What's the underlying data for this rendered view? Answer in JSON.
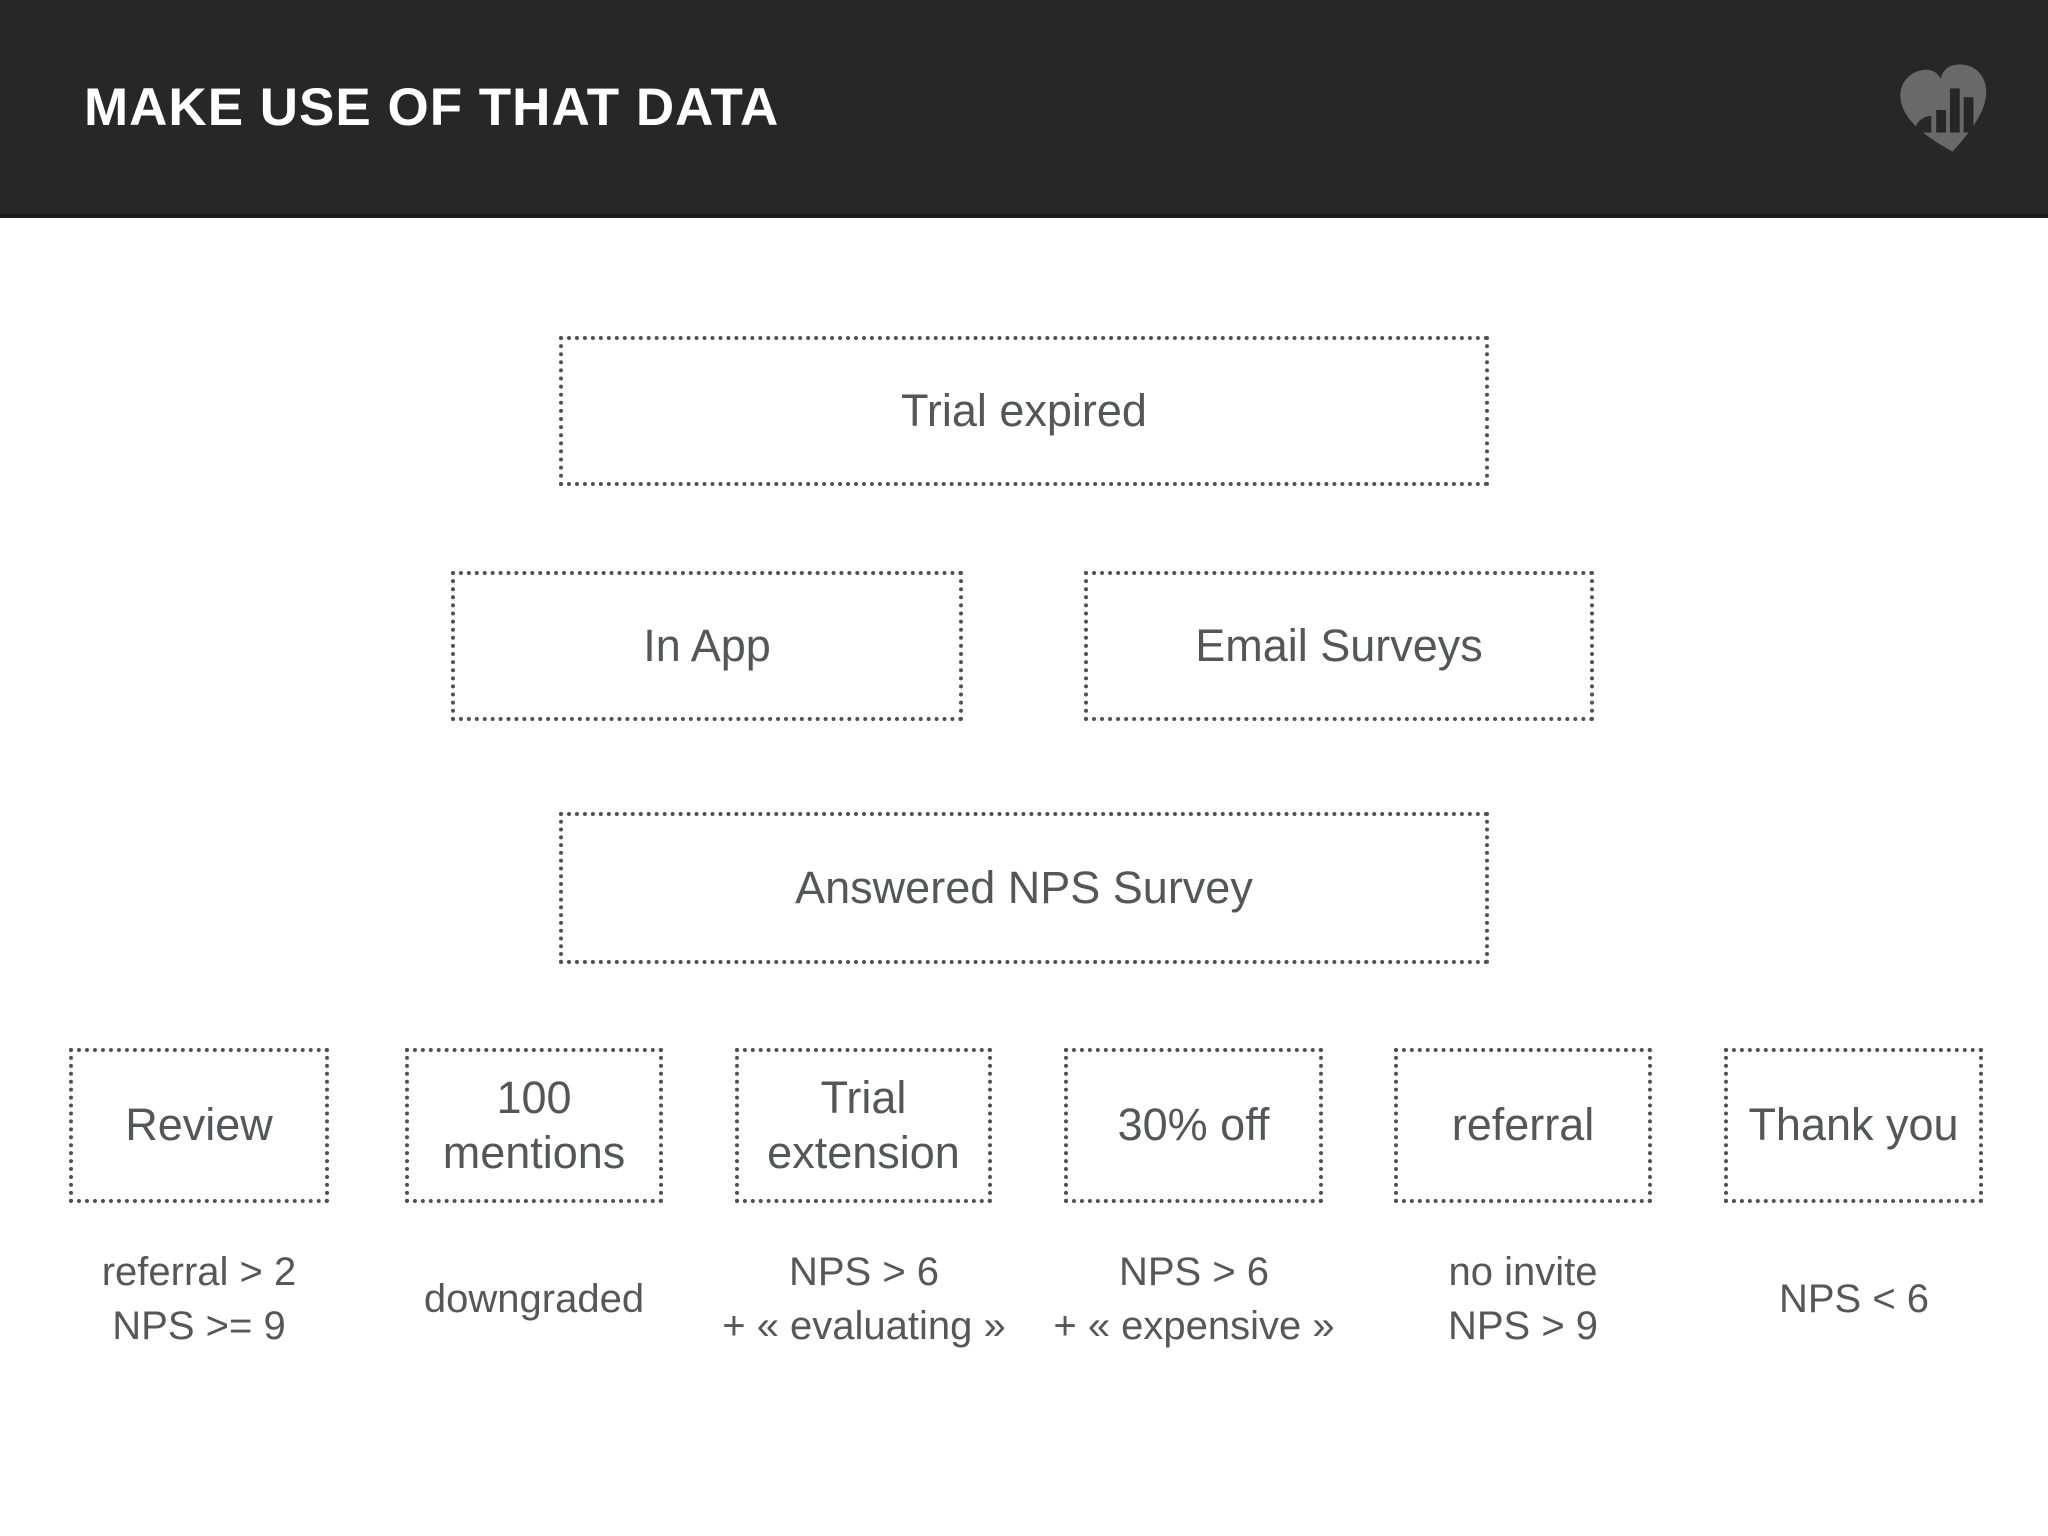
{
  "header": {
    "title": "MAKE USE OF THAT DATA",
    "logo_icon": "heart-bar-chart-logo"
  },
  "colors": {
    "header_bg": "#272727",
    "title_text": "#ffffff",
    "logo_gray": "#696969",
    "box_border": "#515151",
    "box_text": "#55565a",
    "caption_text": "#57575b",
    "slide_bg": "#ffffff"
  },
  "flow": {
    "trigger": {
      "label": "Trial expired"
    },
    "channels": [
      {
        "label": "In App"
      },
      {
        "label": "Email Surveys"
      }
    ],
    "milestone": {
      "label": "Answered NPS Survey"
    },
    "outcomes": [
      {
        "label": "Review",
        "caption_lines": [
          "referral > 2",
          "NPS >= 9"
        ]
      },
      {
        "label": "100 mentions",
        "caption_lines": [
          "downgraded"
        ]
      },
      {
        "label": "Trial extension",
        "caption_lines": [
          "NPS > 6",
          "+ « evaluating »"
        ]
      },
      {
        "label": "30% off",
        "caption_lines": [
          "NPS > 6",
          "+ « expensive »"
        ]
      },
      {
        "label": "referral",
        "caption_lines": [
          "no invite",
          "NPS > 9"
        ]
      },
      {
        "label": "Thank you",
        "caption_lines": [
          "NPS < 6"
        ]
      }
    ]
  }
}
